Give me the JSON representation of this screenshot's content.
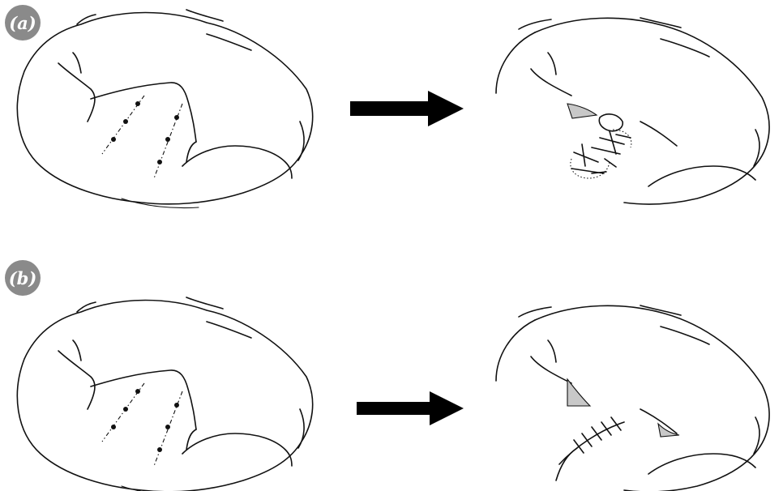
{
  "figure": {
    "badge_color": "#8a8a8a",
    "panels": [
      {
        "id": "a",
        "label": "(a)"
      },
      {
        "id": "b",
        "label": "(b)"
      }
    ],
    "arrow_color": "#000000"
  }
}
